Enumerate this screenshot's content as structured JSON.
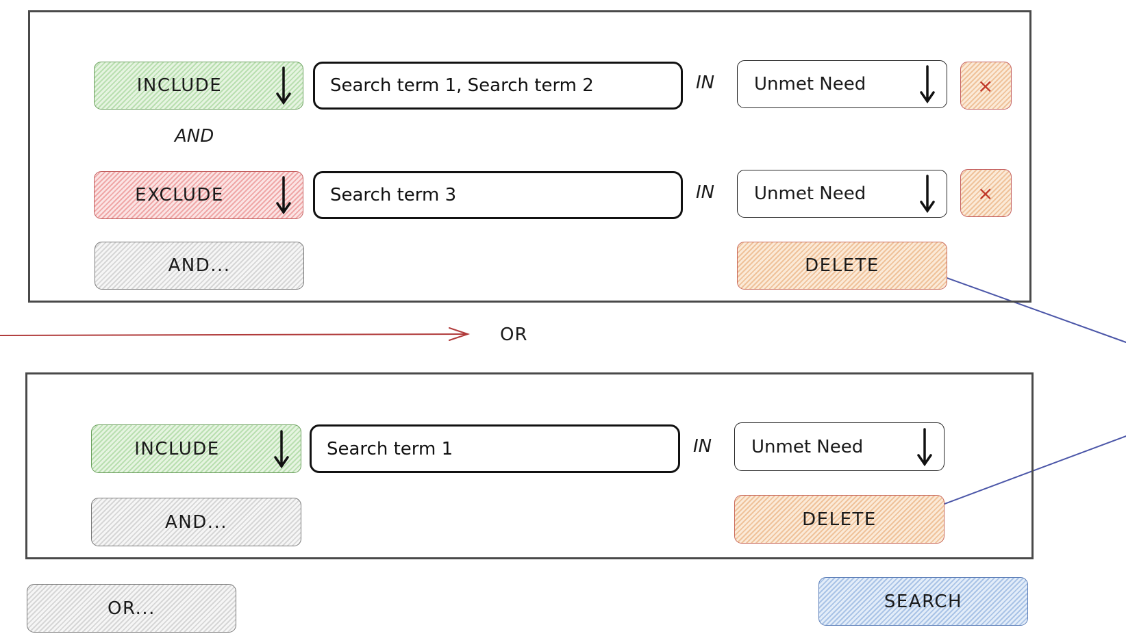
{
  "groups": [
    {
      "rows": [
        {
          "mode": "INCLUDE",
          "terms": "Search term 1, Search term 2",
          "in": "IN",
          "field": "Unmet Need",
          "remove": "×"
        },
        {
          "mode": "EXCLUDE",
          "terms": "Search term 3",
          "in": "IN",
          "field": "Unmet Need",
          "remove": "×"
        }
      ],
      "conjunction": "AND",
      "add_and": "AND...",
      "delete": "DELETE"
    },
    {
      "rows": [
        {
          "mode": "INCLUDE",
          "terms": "Search term 1",
          "in": "IN",
          "field": "Unmet Need"
        }
      ],
      "add_and": "AND...",
      "delete": "DELETE"
    }
  ],
  "separator": "OR",
  "add_or": "OR...",
  "search": "SEARCH",
  "colors": {
    "include": "#b9dfb0",
    "exclude": "#efa7a7",
    "neutral": "#d6d6d6",
    "delete": "#efc29a",
    "search": "#a9c3e6",
    "red_arrow": "#b03a3a",
    "blue_arrow": "#4b56a8"
  }
}
